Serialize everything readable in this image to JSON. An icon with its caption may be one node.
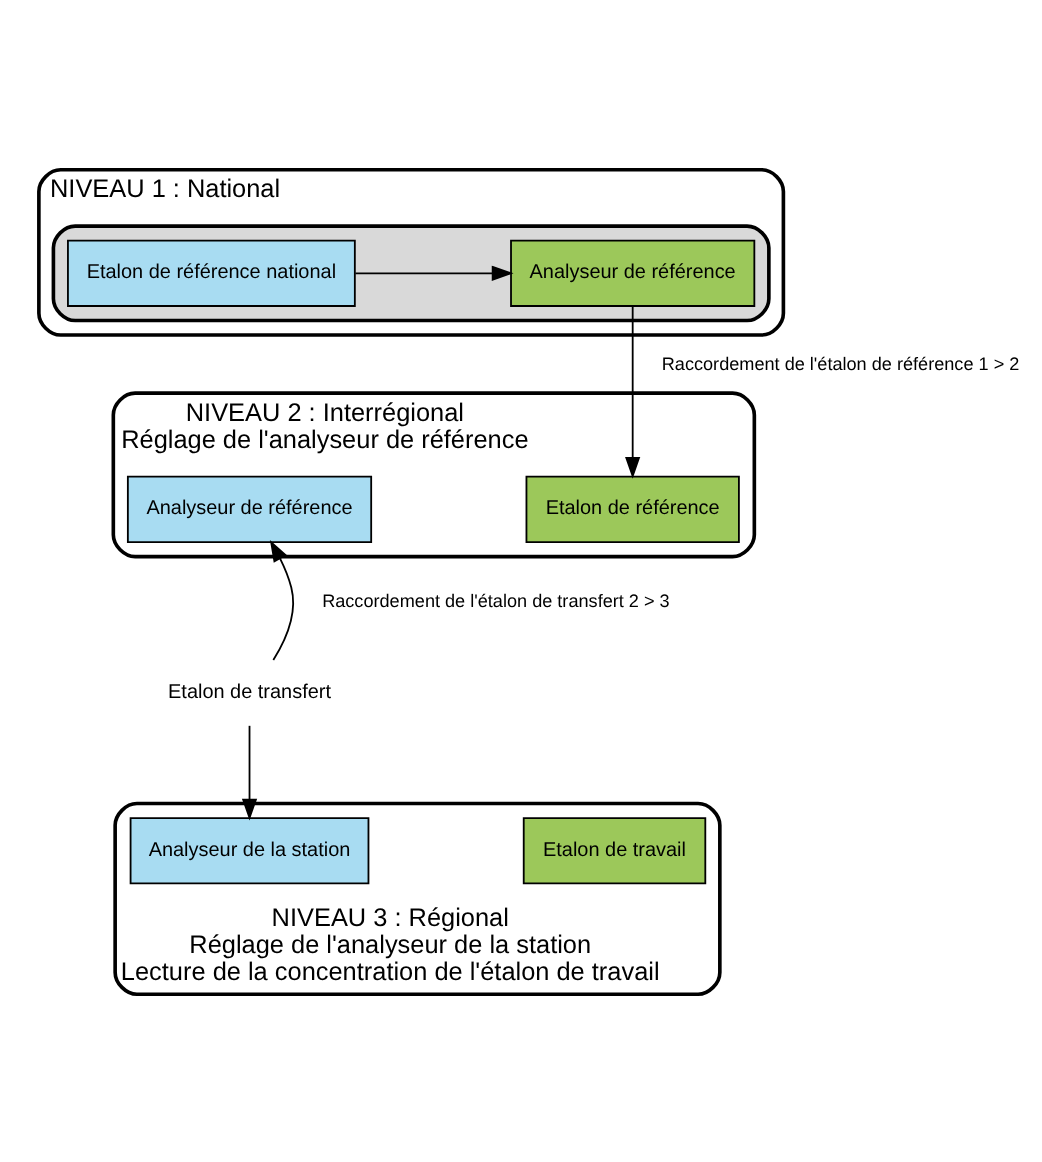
{
  "diagram": {
    "nodes": [
      {
        "text": [
          "NIVEAU 1 : National"
        ]
      },
      {
        "text": [],
        "shape": "box",
        "in": 0
      },
      {
        "text": [
          "Etalon de référence national"
        ],
        "in": 1
      },
      {
        "text": [
          "Analyseur de référence"
        ],
        "in": 1
      },
      {
        "text": [
          "NIVEAU 2 : Interrégional",
          "Réglage de l'analyseur de référence"
        ]
      },
      {
        "text": [
          "Analyseur de référence"
        ],
        "in": 4
      },
      {
        "text": [
          "Etalon de référence"
        ],
        "in": 4
      },
      {
        "text": [
          "Etalon de transfert"
        ]
      },
      {
        "text": [
          "NIVEAU 3 : Régional",
          "Réglage de l'analyseur de la station",
          "Lecture de la concentration de l'étalon de travail"
        ]
      },
      {
        "text": [
          "Analyseur de la station"
        ],
        "in": 8
      },
      {
        "text": [
          "Etalon de travail"
        ],
        "in": 8
      }
    ],
    "edges": [
      {
        "from": 2,
        "to": 3,
        "arrow": "to"
      },
      {
        "from": 3,
        "to": 6,
        "arrow": "to",
        "label": "Raccordement de l'étalon de référence 1 > 2"
      },
      {
        "from": 7,
        "to": 5,
        "arrow": "to",
        "label": "Raccordement de l'étalon de transfert 2 > 3"
      },
      {
        "from": 7,
        "to": 9,
        "arrow": "to"
      }
    ]
  }
}
